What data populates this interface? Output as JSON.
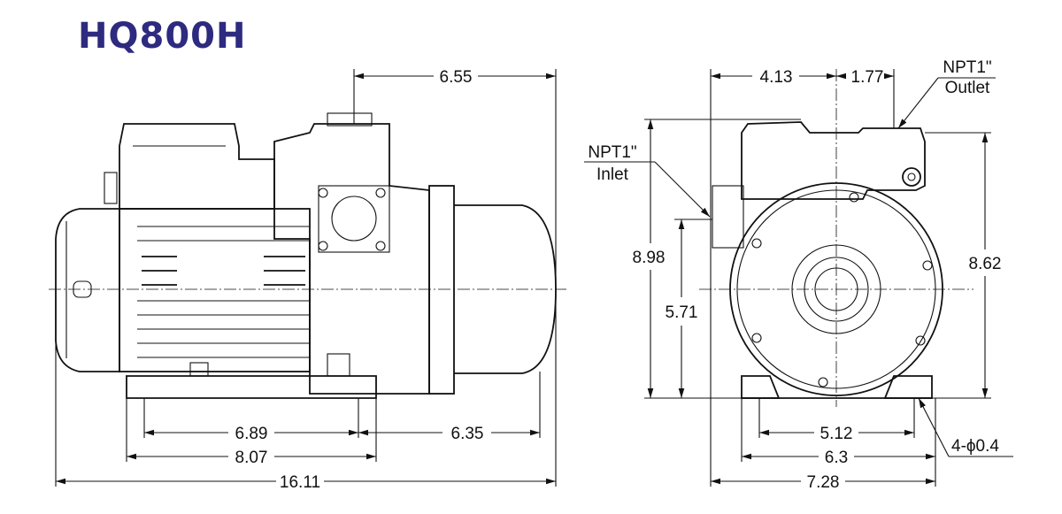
{
  "title": "HQ800H",
  "title_color": "#2d2a7f",
  "side_view": {
    "dims": {
      "top": "6.55",
      "base_inner": "6.89",
      "right_offset": "6.35",
      "base_outer": "8.07",
      "overall_length": "16.11"
    }
  },
  "front_view": {
    "dims": {
      "left_to_center": "4.13",
      "center_to_outlet": "1.77",
      "overall_height": "8.98",
      "inlet_height": "5.71",
      "outlet_height": "8.62",
      "base_inner": "5.12",
      "base_middle": "6.3",
      "overall_width": "7.28"
    },
    "outlet_label": [
      "NPT1\"",
      "Outlet"
    ],
    "inlet_label": [
      "NPT1\"",
      "Inlet"
    ],
    "hole_label": "4-ϕ0.4"
  }
}
